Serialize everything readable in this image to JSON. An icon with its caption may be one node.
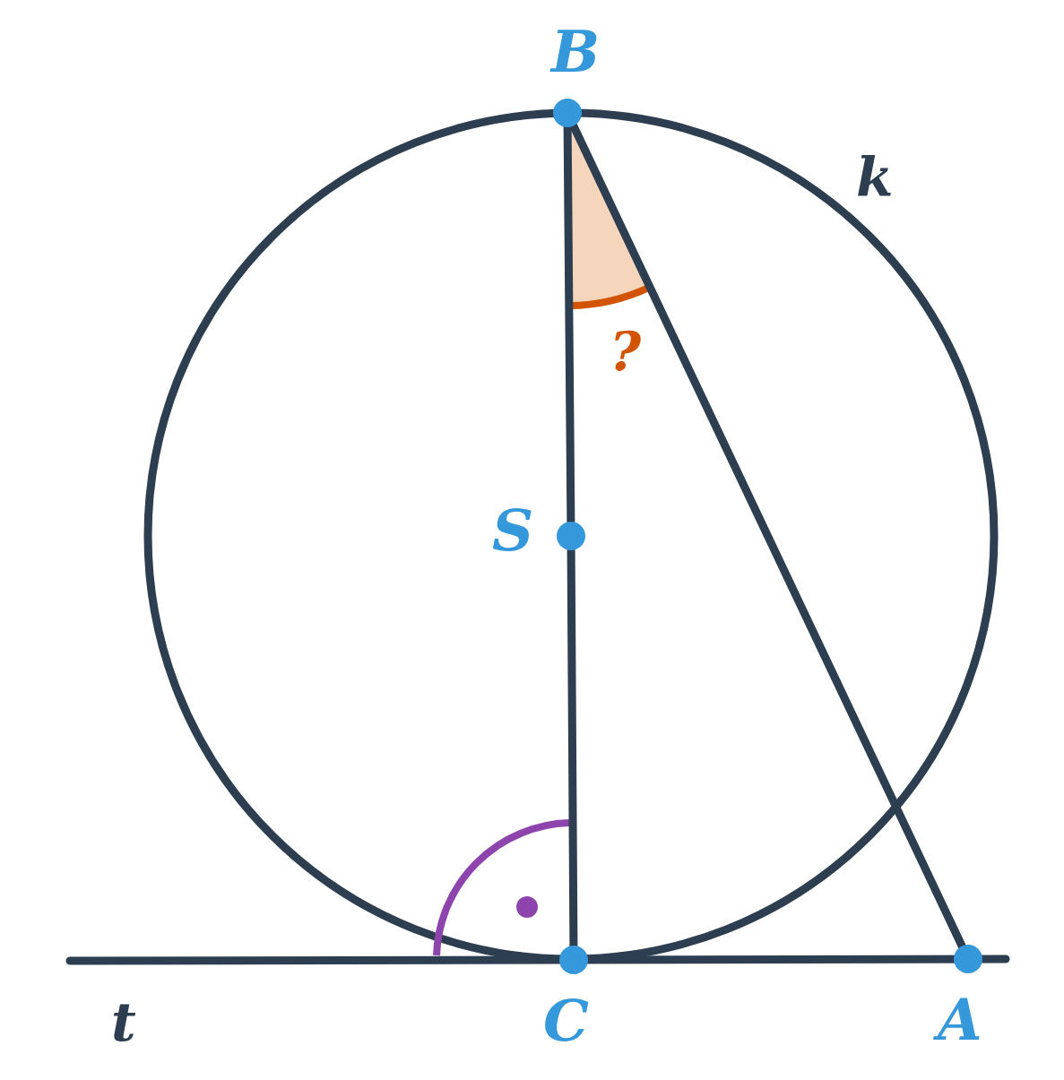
{
  "diagram": {
    "nodes": [
      {
        "text": [
          "B"
        ]
      },
      {
        "text": [
          "S"
        ]
      },
      {
        "text": [
          "C"
        ]
      },
      {
        "text": [
          "A"
        ]
      }
    ],
    "edges": [
      {
        "from": 0,
        "to": 1,
        "arrow": "none"
      },
      {
        "from": 1,
        "to": 2,
        "arrow": "none"
      },
      {
        "from": 0,
        "to": 3,
        "arrow": "none"
      }
    ],
    "labels": [
      "k",
      "?",
      "t"
    ]
  }
}
